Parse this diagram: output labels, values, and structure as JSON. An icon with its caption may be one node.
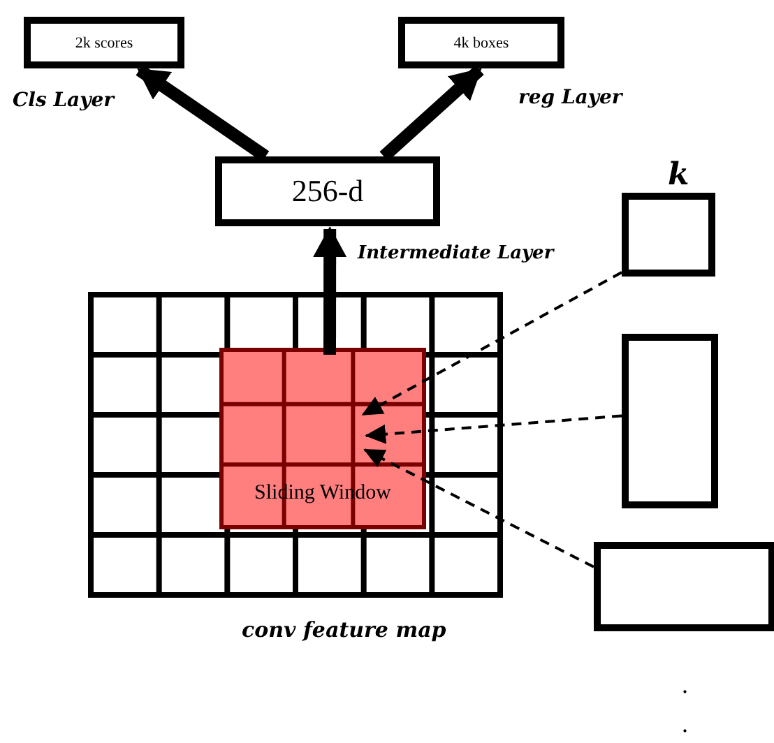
{
  "diagram": {
    "nodes": [
      {
        "text": [
          "2k scores"
        ]
      },
      {
        "text": [
          "4k boxes"
        ]
      },
      {
        "text": [
          "256-d"
        ]
      },
      {
        "text": [],
        "shape": "grid",
        "beside": [
          "conv feature map"
        ]
      },
      {
        "text": [
          "Sliding Window"
        ],
        "in": 3
      },
      {
        "text": [],
        "shape": "box"
      },
      {
        "text": [],
        "shape": "box"
      },
      {
        "text": [],
        "shape": "box"
      }
    ],
    "edges": [
      {
        "from": 2,
        "to": 0,
        "arrow": "to",
        "style": "thick"
      },
      {
        "from": 2,
        "to": 1,
        "arrow": "to",
        "style": "thick"
      },
      {
        "from": 4,
        "to": 2,
        "arrow": "to",
        "style": "thick"
      },
      {
        "from": 5,
        "to": 4,
        "arrow": "to",
        "style": "dashed"
      },
      {
        "from": 6,
        "to": 4,
        "arrow": "to",
        "style": "dashed"
      },
      {
        "from": 7,
        "to": 4,
        "arrow": "to",
        "style": "dashed"
      }
    ],
    "labels": [
      "Cls Layer",
      "reg Layer",
      "k",
      "Intermediate Layer",
      ".",
      "."
    ]
  }
}
